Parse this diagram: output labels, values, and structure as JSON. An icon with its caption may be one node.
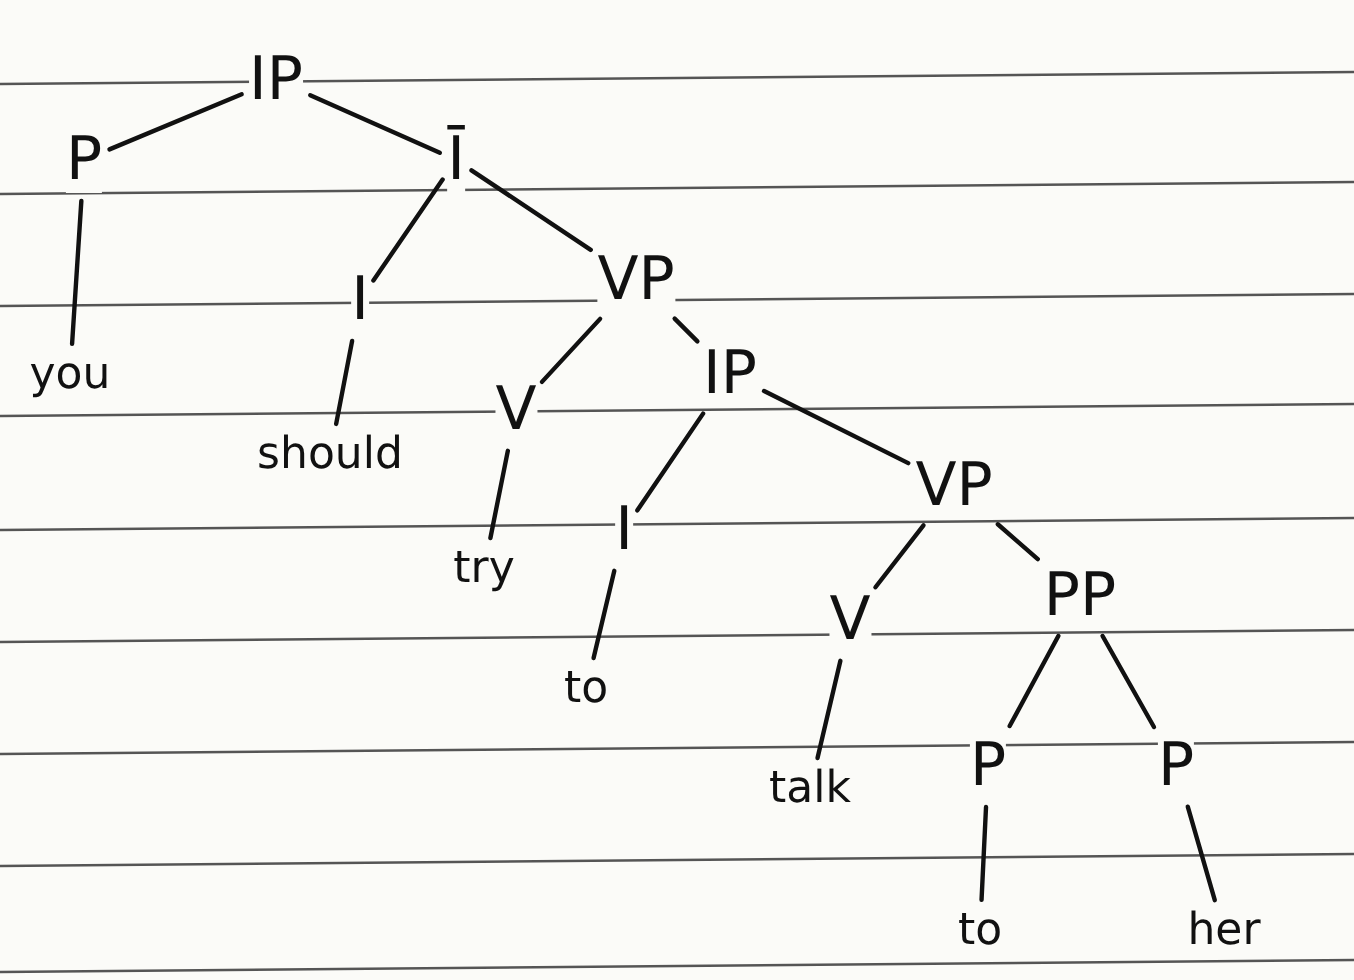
{
  "diagram": {
    "nodes": [
      {
        "text": [
          "IP"
        ]
      },
      {
        "text": [
          "P"
        ]
      },
      {
        "text": [
          "Ī"
        ]
      },
      {
        "text": [
          "I"
        ]
      },
      {
        "text": [
          "VP"
        ]
      },
      {
        "text": [
          "you"
        ]
      },
      {
        "text": [
          "should"
        ]
      },
      {
        "text": [
          "V"
        ]
      },
      {
        "text": [
          "IP"
        ]
      },
      {
        "text": [
          "try"
        ]
      },
      {
        "text": [
          "I"
        ]
      },
      {
        "text": [
          "VP"
        ]
      },
      {
        "text": [
          "to"
        ]
      },
      {
        "text": [
          "V"
        ]
      },
      {
        "text": [
          "PP"
        ]
      },
      {
        "text": [
          "talk"
        ]
      },
      {
        "text": [
          "P"
        ]
      },
      {
        "text": [
          "P"
        ]
      },
      {
        "text": [
          "to"
        ]
      },
      {
        "text": [
          "her"
        ]
      }
    ],
    "edges": [
      {
        "from": 0,
        "to": 1,
        "arrow": "none"
      },
      {
        "from": 0,
        "to": 2,
        "arrow": "none"
      },
      {
        "from": 2,
        "to": 3,
        "arrow": "none"
      },
      {
        "from": 2,
        "to": 4,
        "arrow": "none"
      },
      {
        "from": 1,
        "to": 5,
        "arrow": "none"
      },
      {
        "from": 3,
        "to": 6,
        "arrow": "none"
      },
      {
        "from": 4,
        "to": 7,
        "arrow": "none"
      },
      {
        "from": 4,
        "to": 8,
        "arrow": "none"
      },
      {
        "from": 7,
        "to": 9,
        "arrow": "none"
      },
      {
        "from": 8,
        "to": 10,
        "arrow": "none"
      },
      {
        "from": 8,
        "to": 11,
        "arrow": "none"
      },
      {
        "from": 10,
        "to": 12,
        "arrow": "none"
      },
      {
        "from": 11,
        "to": 13,
        "arrow": "none"
      },
      {
        "from": 11,
        "to": 14,
        "arrow": "none"
      },
      {
        "from": 13,
        "to": 15,
        "arrow": "none"
      },
      {
        "from": 14,
        "to": 16,
        "arrow": "none"
      },
      {
        "from": 14,
        "to": 17,
        "arrow": "none"
      },
      {
        "from": 16,
        "to": 18,
        "arrow": "none"
      },
      {
        "from": 17,
        "to": 19,
        "arrow": "none"
      }
    ]
  }
}
